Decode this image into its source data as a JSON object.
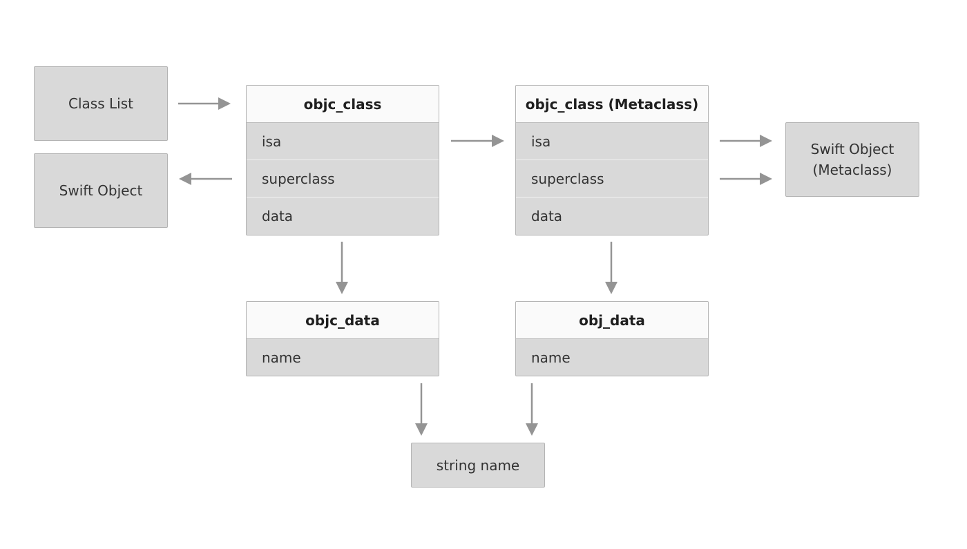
{
  "nodes": {
    "class_list": "Class List",
    "swift_object": "Swift Object",
    "swift_object_metaclass_line1": "Swift Object",
    "swift_object_metaclass_line2": "(Metaclass)",
    "string_name": "string name"
  },
  "objc_class": {
    "title": "objc_class",
    "fields": [
      "isa",
      "superclass",
      "data"
    ]
  },
  "objc_class_metaclass": {
    "title": "objc_class (Metaclass)",
    "fields": [
      "isa",
      "superclass",
      "data"
    ]
  },
  "objc_data": {
    "title": "objc_data",
    "fields": [
      "name"
    ]
  },
  "obj_data": {
    "title": "obj_data",
    "fields": [
      "name"
    ]
  },
  "colors": {
    "box_fill": "#d9d9d9",
    "box_border": "#b4b4b4",
    "header_fill": "#fafafa",
    "arrow": "#949494"
  }
}
